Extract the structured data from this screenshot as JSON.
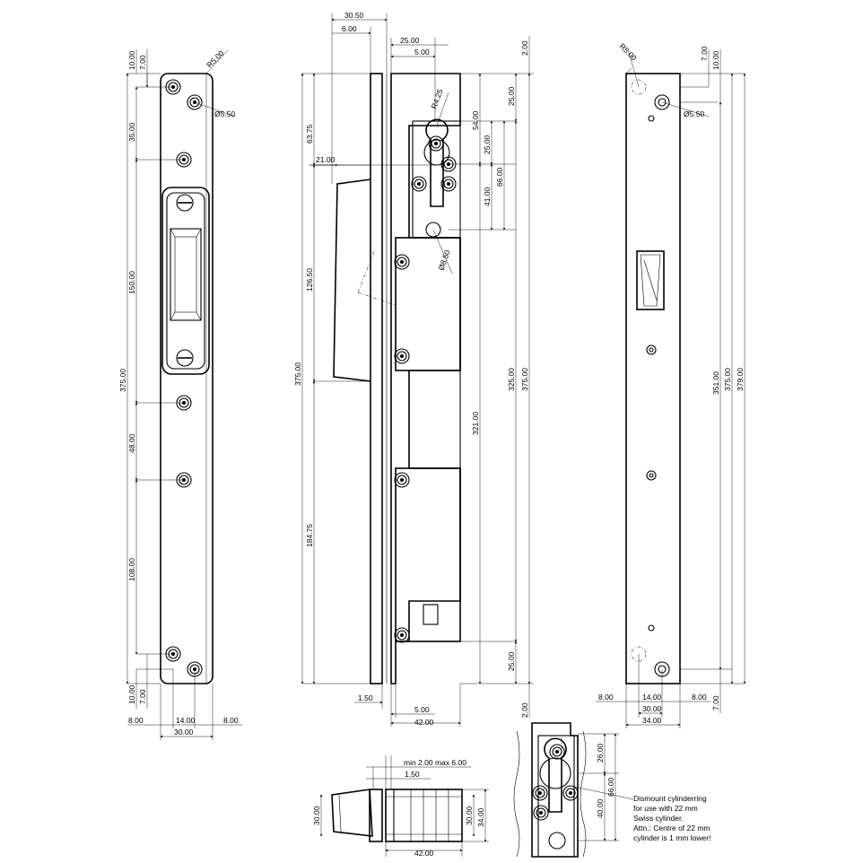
{
  "front": {
    "h_10": "10.00",
    "h_7": "7.00",
    "h_35": "35.00",
    "h_150": "150.00",
    "h_375": "375.00",
    "h_48": "48.00",
    "h_108": "108.00",
    "h_10b": "10.00",
    "h_7b": "7.00",
    "r5": "R5.00",
    "d55": "Ø5.50",
    "w_8a": "8.00",
    "w_14": "14.00",
    "w_8b": "8.00",
    "w_30": "30.00"
  },
  "side": {
    "w_3050": "30.50",
    "w_600": "6.00",
    "w_2500": "25.00",
    "w_500": "5.00",
    "r425": "R4.25",
    "w_2100": "21.00",
    "d850": "Ø8.50",
    "h_6375": "63.75",
    "h_12650": "126.50",
    "h_375": "375.00",
    "h_18475": "184.75",
    "h_5400": "54.00",
    "h_2500a": "25.00",
    "h_6600": "66.00",
    "h_4100": "41.00",
    "h_32100": "321.00",
    "h_2500top": "25.00",
    "h_32500": "325.00",
    "h_37500b": "375.00",
    "h_2500bot": "25.00",
    "h_200top": "2.00",
    "h_200bot": "2.00",
    "w_150": "1.50",
    "w_500b": "5.00",
    "w_4200": "42.00"
  },
  "back": {
    "r5": "R5.00",
    "h_7": "7.00",
    "h_10": "10.00",
    "d55": "Ø5.50",
    "h_351": "351.00",
    "h_375": "375.00",
    "h_379": "379.00",
    "h_7b": "7.00",
    "w_8a": "8.00",
    "w_14": "14.00",
    "w_8b": "8.00",
    "w_30": "30.00",
    "w_34": "34.00"
  },
  "bottom": {
    "minmax": "min 2.00 max 6.00",
    "w_150": "1.50",
    "h_30a": "30.00",
    "h_30b": "30.00",
    "h_34": "34.00",
    "w_42": "42.00"
  },
  "detail": {
    "h_26": "26.00",
    "h_66": "66.00",
    "h_40": "40.00",
    "note": [
      "Dismount cylinderring",
      "for use with 22 mm",
      "Swiss cylinder.",
      "Attn.: Centre of 22 mm",
      "cylinder is 1 mm lower!"
    ]
  }
}
